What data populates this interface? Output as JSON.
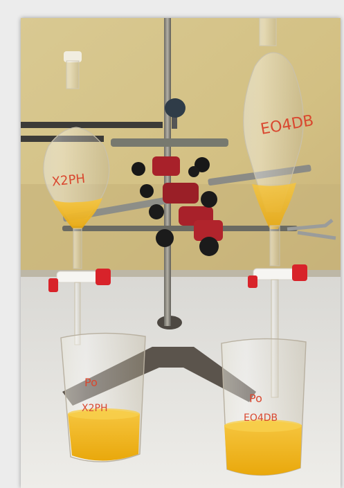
{
  "photo": {
    "left_funnel_label": "X2PH",
    "right_funnel_label": "EO4DB",
    "left_beaker_label_top": "Po",
    "left_beaker_label_bottom": "X2PH",
    "right_beaker_label_top": "Po",
    "right_beaker_label_bottom": "EO4DB"
  },
  "colors": {
    "wall": "#d8c88e",
    "bench": "#e4e3df",
    "liquid": "#f1b417",
    "stopcock": "#d8232a",
    "clamp_red": "#a8212a",
    "marker_red": "#d9472f"
  }
}
